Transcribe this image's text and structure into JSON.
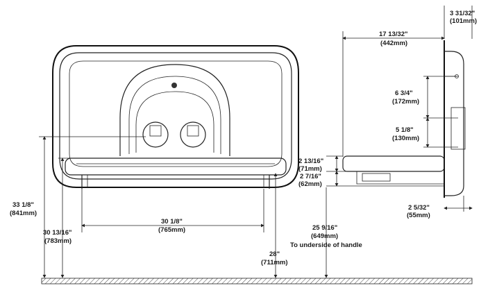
{
  "dimensions": {
    "depth_top": {
      "imperial": "3 31/32\"",
      "metric": "(101mm)"
    },
    "depth_total": {
      "imperial": "17 13/32\"",
      "metric": "(442mm)"
    },
    "mount_a": {
      "imperial": "6 3/4\"",
      "metric": "(172mm)"
    },
    "mount_b": {
      "imperial": "5 1/8\"",
      "metric": "(130mm)"
    },
    "bed_thickness": {
      "imperial": "2 13/16\"",
      "metric": "(71mm)"
    },
    "bed_lower": {
      "imperial": "2 7/16\"",
      "metric": "(62mm)"
    },
    "wall_gap": {
      "imperial": "2 5/32\"",
      "metric": "(55mm)"
    },
    "height_top": {
      "imperial": "33 1/8\"",
      "metric": "(841mm)"
    },
    "height_bed": {
      "imperial": "30 13/16\"",
      "metric": "(783mm)"
    },
    "width_inner": {
      "imperial": "30 1/8\"",
      "metric": "(765mm)"
    },
    "height_handle": {
      "imperial": "25 9/16\"",
      "metric": "(649mm)"
    },
    "height_28": {
      "imperial": "28\"",
      "metric": "(711mm)"
    }
  },
  "notes": {
    "handle": "To underside of handle"
  }
}
